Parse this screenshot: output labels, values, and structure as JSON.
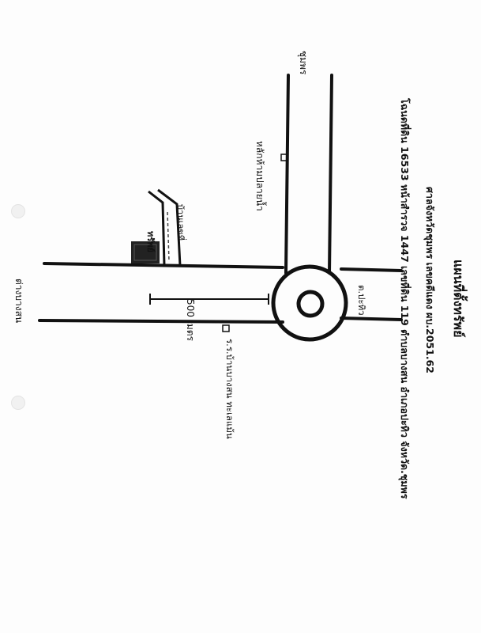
{
  "map": {
    "title": "แผนที่ตั้งทรัพย์",
    "court_case": "ศาลจังหวัดชุมพร เลขคดีแดง ผบ.2051.62",
    "deed_info": "โฉนดที่ดิน 16533 หน้าสำรวจ 1447 เลขที่ดิน 119 ตำบลบางสน อำเภอปะทิว จังหวัด.ชุมพร",
    "labels": {
      "to_north": "ชุมพร",
      "west_landmark": "หลักห้ามปลายน้ำ",
      "house": "บ้านเลขที่",
      "property": "ทรัพย์",
      "distance": "500 เมตร",
      "school": "ร.ร.บ้านบางสน ทะเลแม้น",
      "ktk": "ต.ปะทิว",
      "to_south": "ต่างบางสน"
    }
  }
}
